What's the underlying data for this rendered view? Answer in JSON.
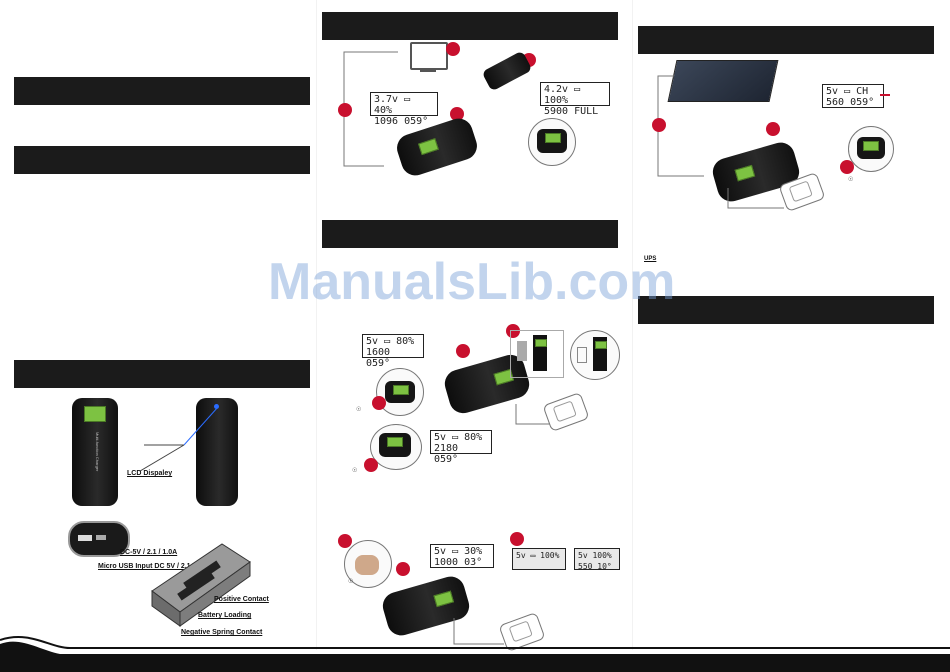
{
  "watermark": "ManualsLib.com",
  "lcd_samples": {
    "charging": {
      "voltage": "3.7v",
      "percent": "40%",
      "capacity": "1096",
      "temp": "059°"
    },
    "full": {
      "voltage": "4.2v",
      "percent": "100%",
      "capacity": "5900",
      "status": "FULL"
    },
    "solar": {
      "voltage": "5v",
      "status": "CH",
      "capacity": "560",
      "temp": "059°"
    },
    "out_a": {
      "voltage": "5v",
      "percent": "80%",
      "capacity": "1600",
      "temp": "059°"
    },
    "out_b": {
      "voltage": "5v",
      "percent": "80%",
      "capacity": "2180",
      "temp": "059°"
    },
    "out_c": {
      "voltage": "5v",
      "percent": "30%",
      "capacity": "1000",
      "temp": "03°"
    },
    "cell_a": {
      "voltage": "5v",
      "percent": "100%"
    },
    "cell_b": {
      "voltage": "5v",
      "percent": "100%",
      "capacity": "550",
      "temp": "10°"
    }
  },
  "labels": {
    "lcd_display": "LCD Dispaley",
    "dc_output": "DC-5V / 2.1 / 1.0A",
    "micro_usb": "Micro USB Input DC 5V / 2.1A",
    "positive": "Positive Contact",
    "battery_loading": "Battery Loading",
    "negative": "Negative Spring Contact",
    "ups": "UPS"
  },
  "device_side_text": "Multi-function Charger",
  "colors": {
    "bar": "#1b1b1b",
    "lcd": "#7dc242",
    "marker": "#c8102e",
    "watermark": "#78a0d7"
  }
}
